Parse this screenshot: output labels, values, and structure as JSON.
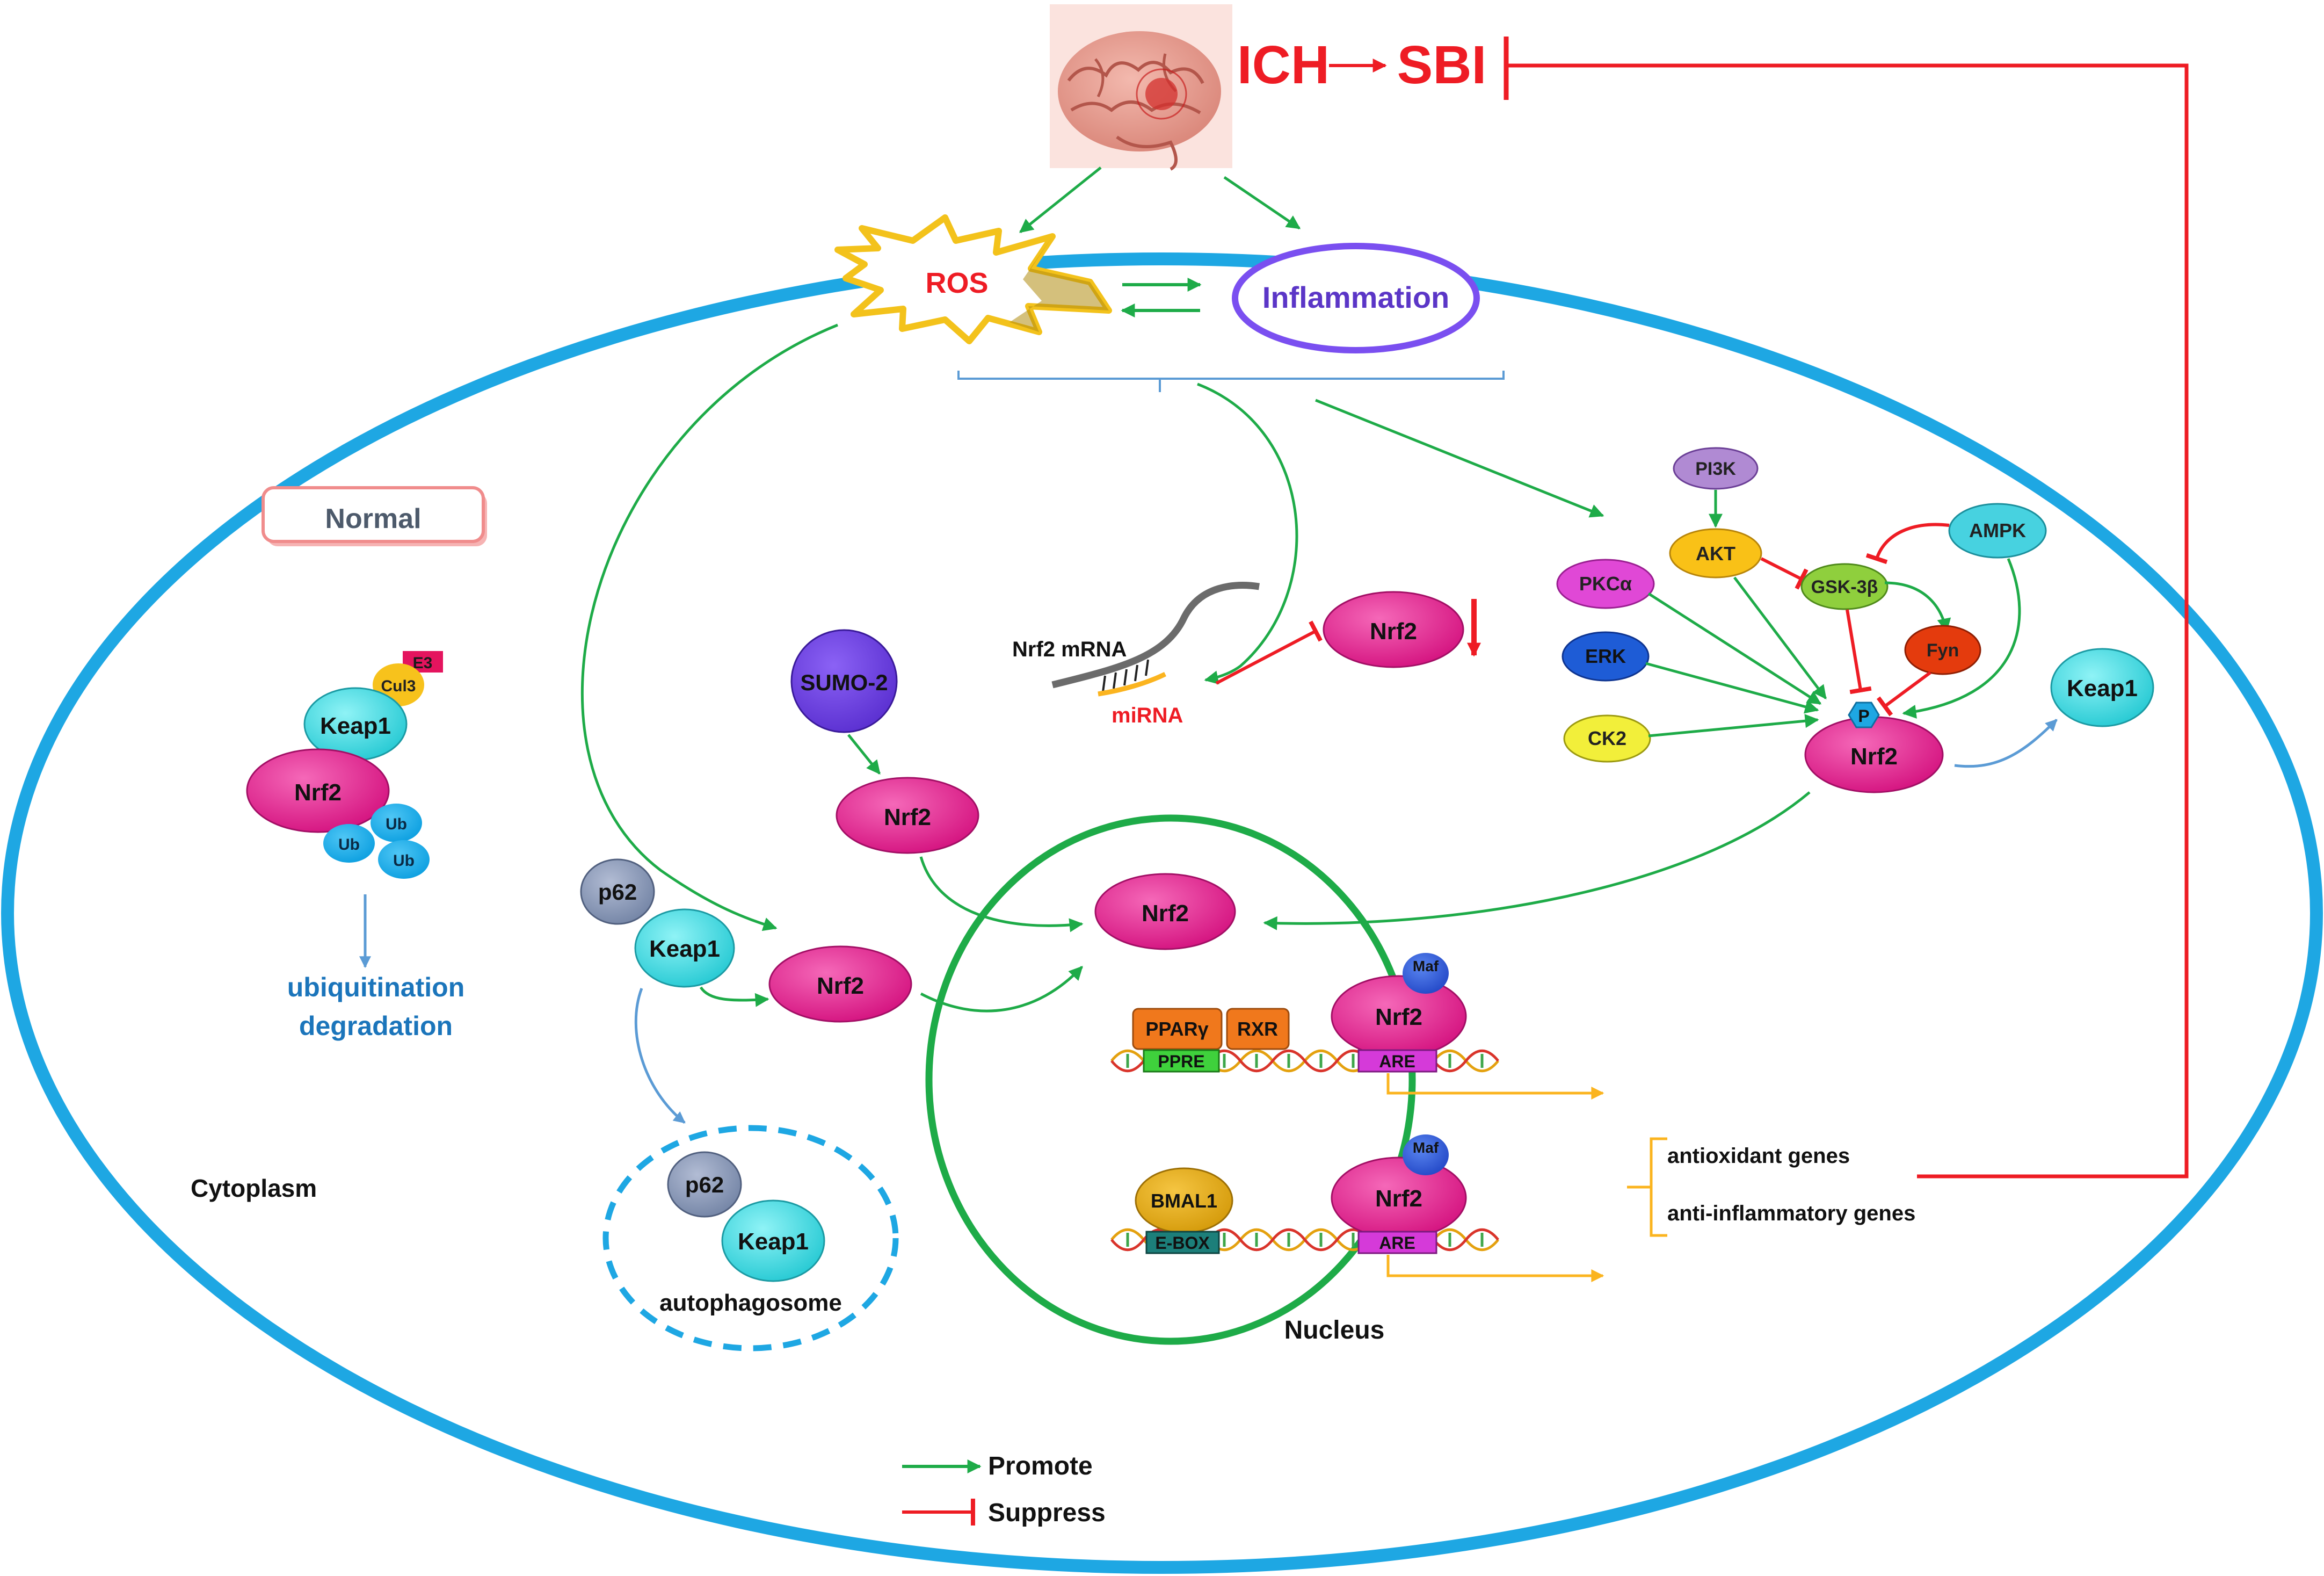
{
  "top": {
    "ich": "ICH",
    "sbi": "SBI"
  },
  "ros": "ROS",
  "inflammation": "Inflammation",
  "normal": "Normal",
  "cytoplasm": "Cytoplasm",
  "nucleus": "Nucleus",
  "left_complex": {
    "e3": "E3",
    "cul3": "Cul3",
    "keap1": "Keap1",
    "nrf2": "Nrf2",
    "ub": [
      "Ub",
      "Ub",
      "Ub"
    ],
    "degradation": [
      "ubiquitination",
      "degradation"
    ]
  },
  "p62_path": {
    "p62": "p62",
    "keap1": "Keap1",
    "nrf2": "Nrf2"
  },
  "autophagosome": {
    "p62": "p62",
    "keap1": "Keap1",
    "label": "autophagosome"
  },
  "sumo": {
    "sumo": "SUMO-2",
    "nrf2": "Nrf2"
  },
  "mirna": {
    "mrna": "Nrf2 mRNA",
    "mirna": "miRNA",
    "nrf2": "Nrf2"
  },
  "kinases": {
    "pi3k": "PI3K",
    "akt": "AKT",
    "gsk": "GSK-3β",
    "ampk": "AMPK",
    "pkca": "PKCα",
    "erk": "ERK",
    "ck2": "CK2",
    "fyn": "Fyn",
    "p": "P",
    "nrf2": "Nrf2",
    "keap1": "Keap1"
  },
  "nuclear": {
    "nrf2_main": "Nrf2",
    "top_row": {
      "maf": "Maf",
      "nrf2": "Nrf2",
      "ppar": "PPARγ",
      "rxr": "RXR",
      "ppre": "PPRE",
      "are": "ARE"
    },
    "bottom_row": {
      "maf": "Maf",
      "nrf2": "Nrf2",
      "bmal": "BMAL1",
      "ebox": "E-BOX",
      "are": "ARE"
    }
  },
  "genes": {
    "antioxidant": "antioxidant  genes",
    "antiinflammatory": "anti-inflammatory genes"
  },
  "legend": {
    "promote": "Promote",
    "suppress": "Suppress"
  },
  "colors": {
    "promote": "#1eab48",
    "suppress": "#ee1c24",
    "cell": "#1ea7e3",
    "nucleus": "#1eab48",
    "nrf2": "#e4198c",
    "keap1": "#3fdfe6",
    "inflammation_text": "#5b36c7",
    "inflammation_ring": "#7a4ff0",
    "blue_text": "#1b75bb",
    "gene_bracket": "#fbb41f"
  }
}
